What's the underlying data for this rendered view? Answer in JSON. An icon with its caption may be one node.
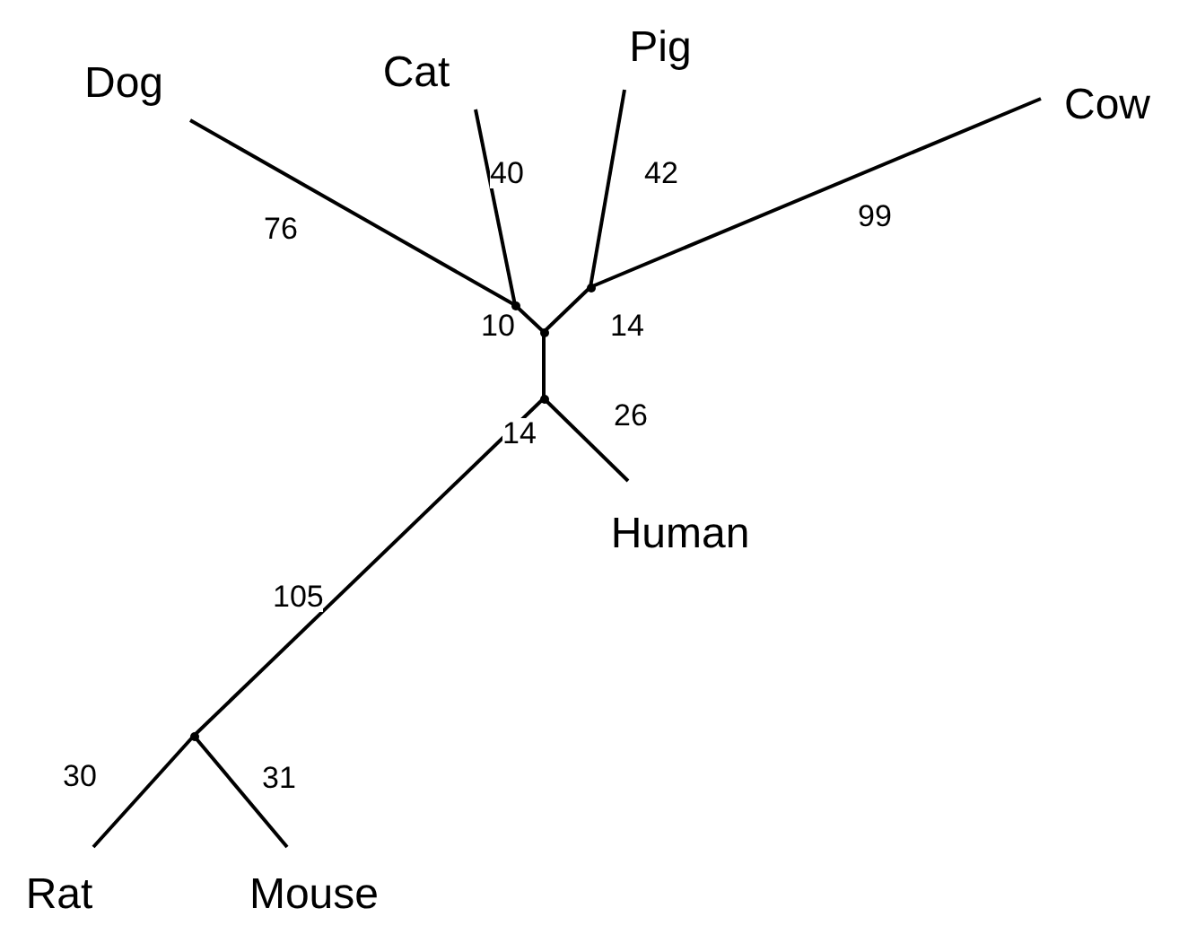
{
  "diagram": {
    "nodes": [
      {
        "text": [
          "Dog"
        ]
      },
      {
        "text": [
          "Cat"
        ]
      },
      {
        "text": [
          "Pig"
        ]
      },
      {
        "text": [
          "Cow"
        ]
      },
      {
        "text": [
          "Human"
        ]
      },
      {
        "text": [
          "Rat"
        ]
      },
      {
        "text": [
          "Mouse"
        ]
      },
      {
        "text": [],
        "shape": "point"
      },
      {
        "text": [],
        "shape": "point"
      },
      {
        "text": [],
        "shape": "point"
      },
      {
        "text": [],
        "shape": "point"
      },
      {
        "text": [],
        "shape": "point"
      }
    ],
    "edges": [
      {
        "from": 0,
        "to": 7,
        "arrow": "none",
        "label": "76"
      },
      {
        "from": 1,
        "to": 7,
        "arrow": "none",
        "label": "40"
      },
      {
        "from": 7,
        "to": 9,
        "arrow": "none",
        "label": "10"
      },
      {
        "from": 2,
        "to": 8,
        "arrow": "none",
        "label": "42"
      },
      {
        "from": 3,
        "to": 8,
        "arrow": "none",
        "label": "99"
      },
      {
        "from": 8,
        "to": 9,
        "arrow": "none",
        "label": "14"
      },
      {
        "from": 9,
        "to": 10,
        "arrow": "none",
        "label": "14"
      },
      {
        "from": 10,
        "to": 4,
        "arrow": "none",
        "label": "26"
      },
      {
        "from": 10,
        "to": 11,
        "arrow": "none",
        "label": "105"
      },
      {
        "from": 11,
        "to": 5,
        "arrow": "none",
        "label": "30"
      },
      {
        "from": 11,
        "to": 6,
        "arrow": "none",
        "label": "31"
      }
    ]
  }
}
